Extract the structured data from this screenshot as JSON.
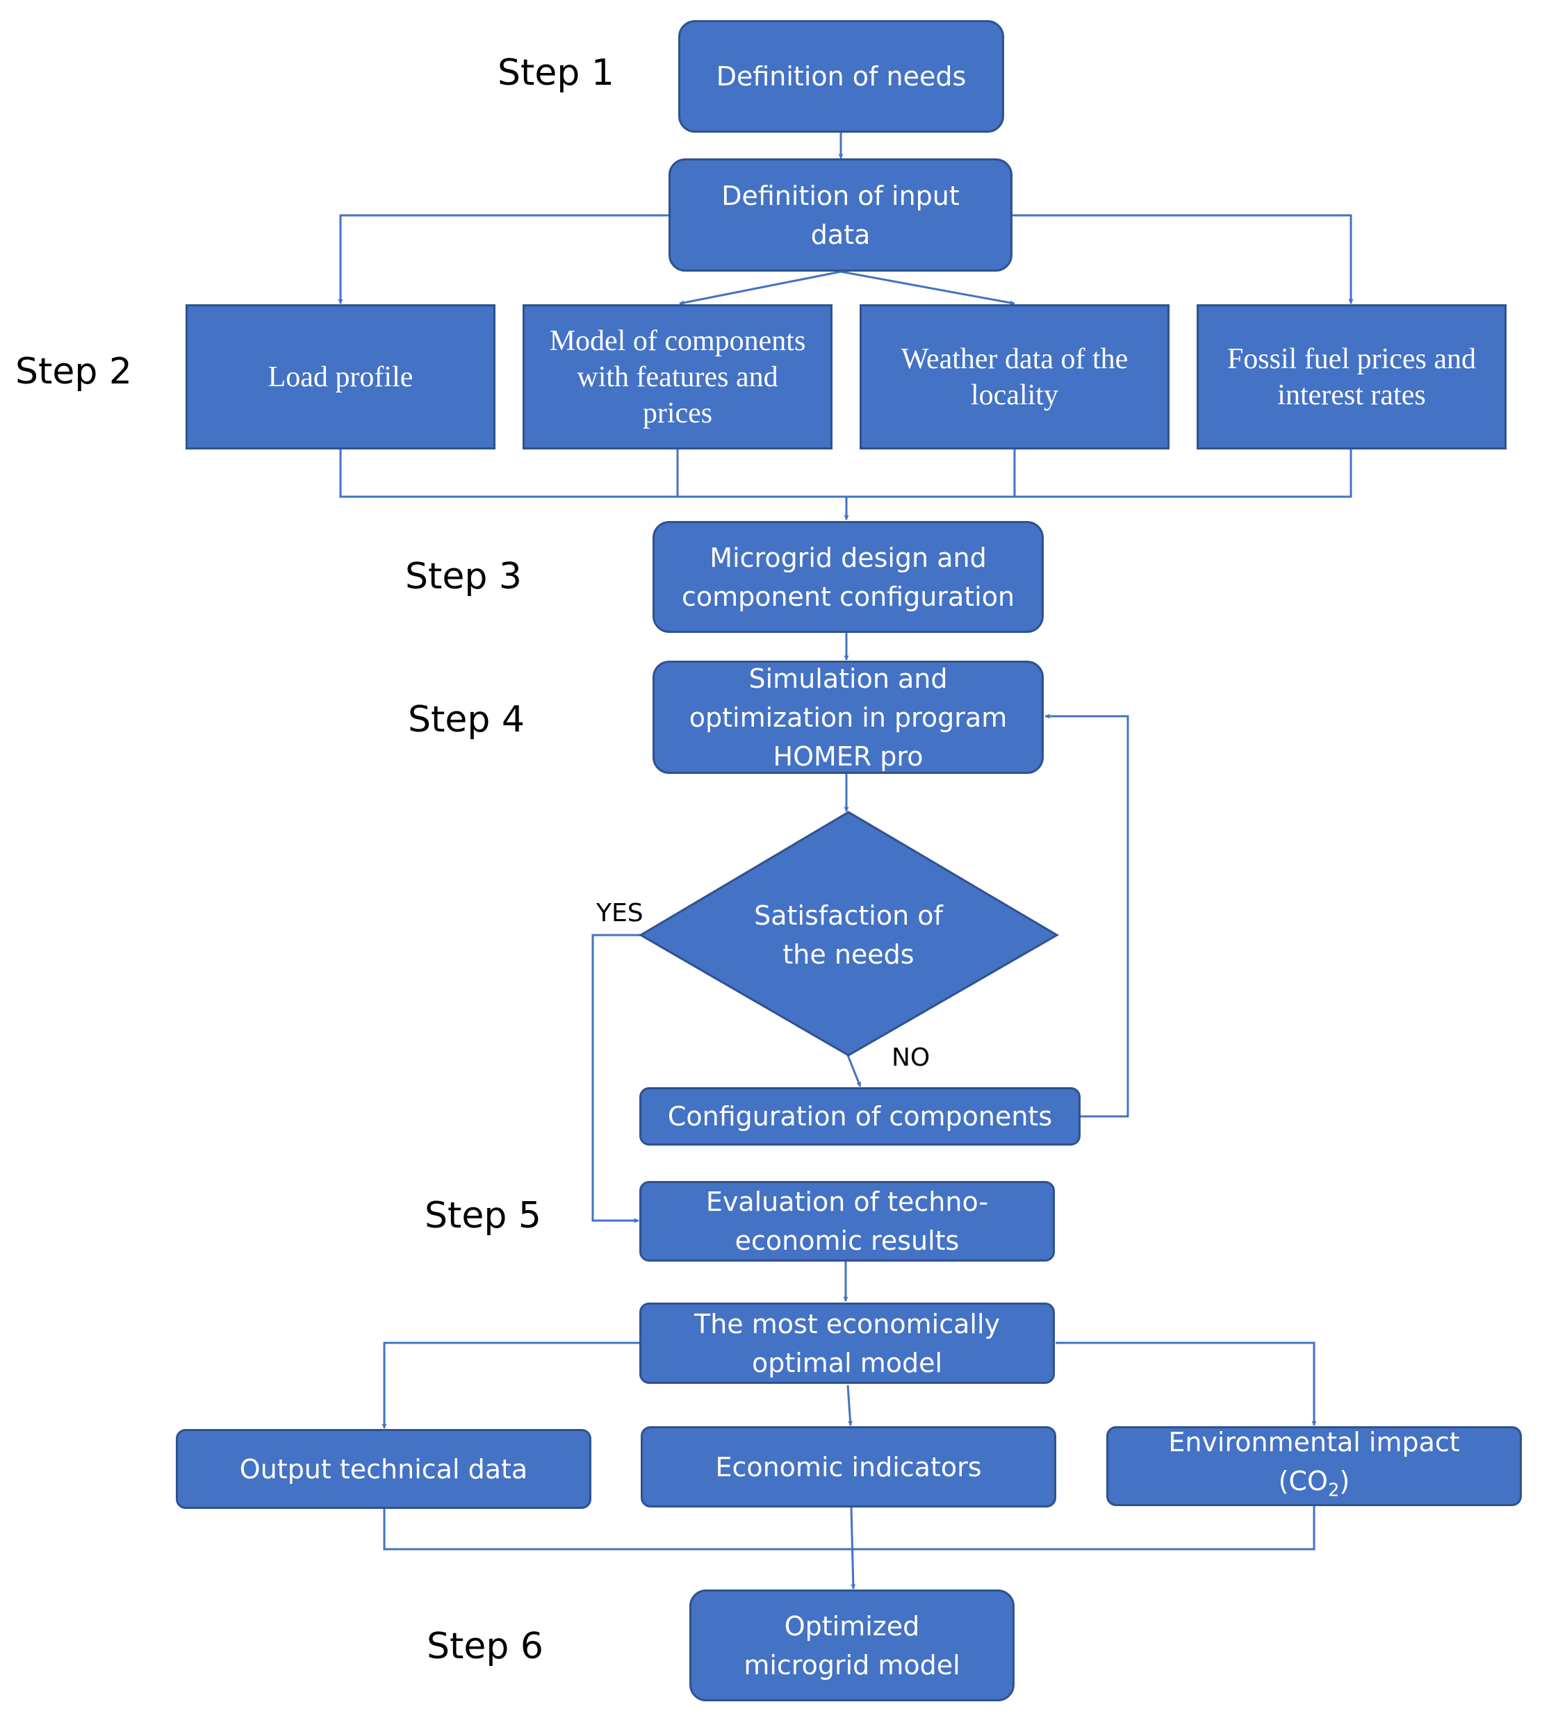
{
  "colors": {
    "box_fill": "#4472C4",
    "box_border": "#2F528F",
    "connector": "#4472C4",
    "text": "#ffffff",
    "step_text": "#000000"
  },
  "steps": {
    "s1": "Step 1",
    "s2": "Step 2",
    "s3": "Step 3",
    "s4": "Step 4",
    "s5": "Step 5",
    "s6": "Step 6"
  },
  "nodes": {
    "needs": "Definition of needs",
    "input": "Definition of input data",
    "load": "Load profile",
    "model": "Model of components with features and prices",
    "weather": "Weather data of the locality",
    "fossil": "Fossil fuel prices and interest rates",
    "microgrid": "Microgrid design and component configuration",
    "simulation": "Simulation and optimization in program HOMER pro",
    "satisfaction": "Satisfaction of the needs",
    "config": "Configuration of components",
    "evaluation": "Evaluation of techno-economic results",
    "optimal": "The most economically optimal model",
    "output": "Output technical data",
    "economic": "Economic indicators",
    "environment": "Environmental impact",
    "environment_co2": "(CO",
    "environment_sub": "2",
    "environment_close": ")",
    "final": "Optimized microgrid model"
  },
  "labels": {
    "yes": "YES",
    "no": "NO"
  }
}
